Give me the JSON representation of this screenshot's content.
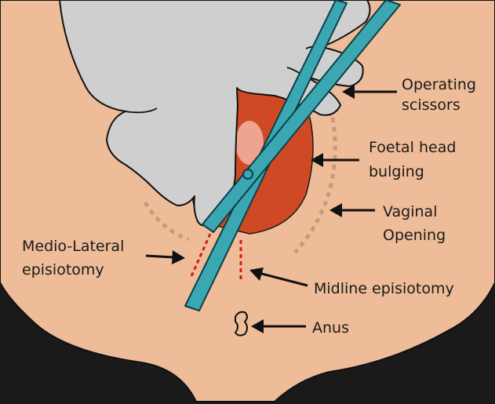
{
  "labels": {
    "scissors": [
      "Operating",
      "scissors"
    ],
    "head": [
      "Foetal head",
      "bulging"
    ],
    "vaginal": [
      "Vaginal",
      "Opening"
    ],
    "mediolateral": [
      "Medio-Lateral",
      "episiotomy"
    ],
    "midline": "Midline episiotomy",
    "anus": "Anus"
  },
  "colors": {
    "skin": "#eebc98",
    "outline": "#111111",
    "glove": "#cfcfcf",
    "head": "#cf4a24",
    "scissors": "#3aa7b2",
    "opening_dash": "#c99a78",
    "incision": "#d21c1c"
  }
}
